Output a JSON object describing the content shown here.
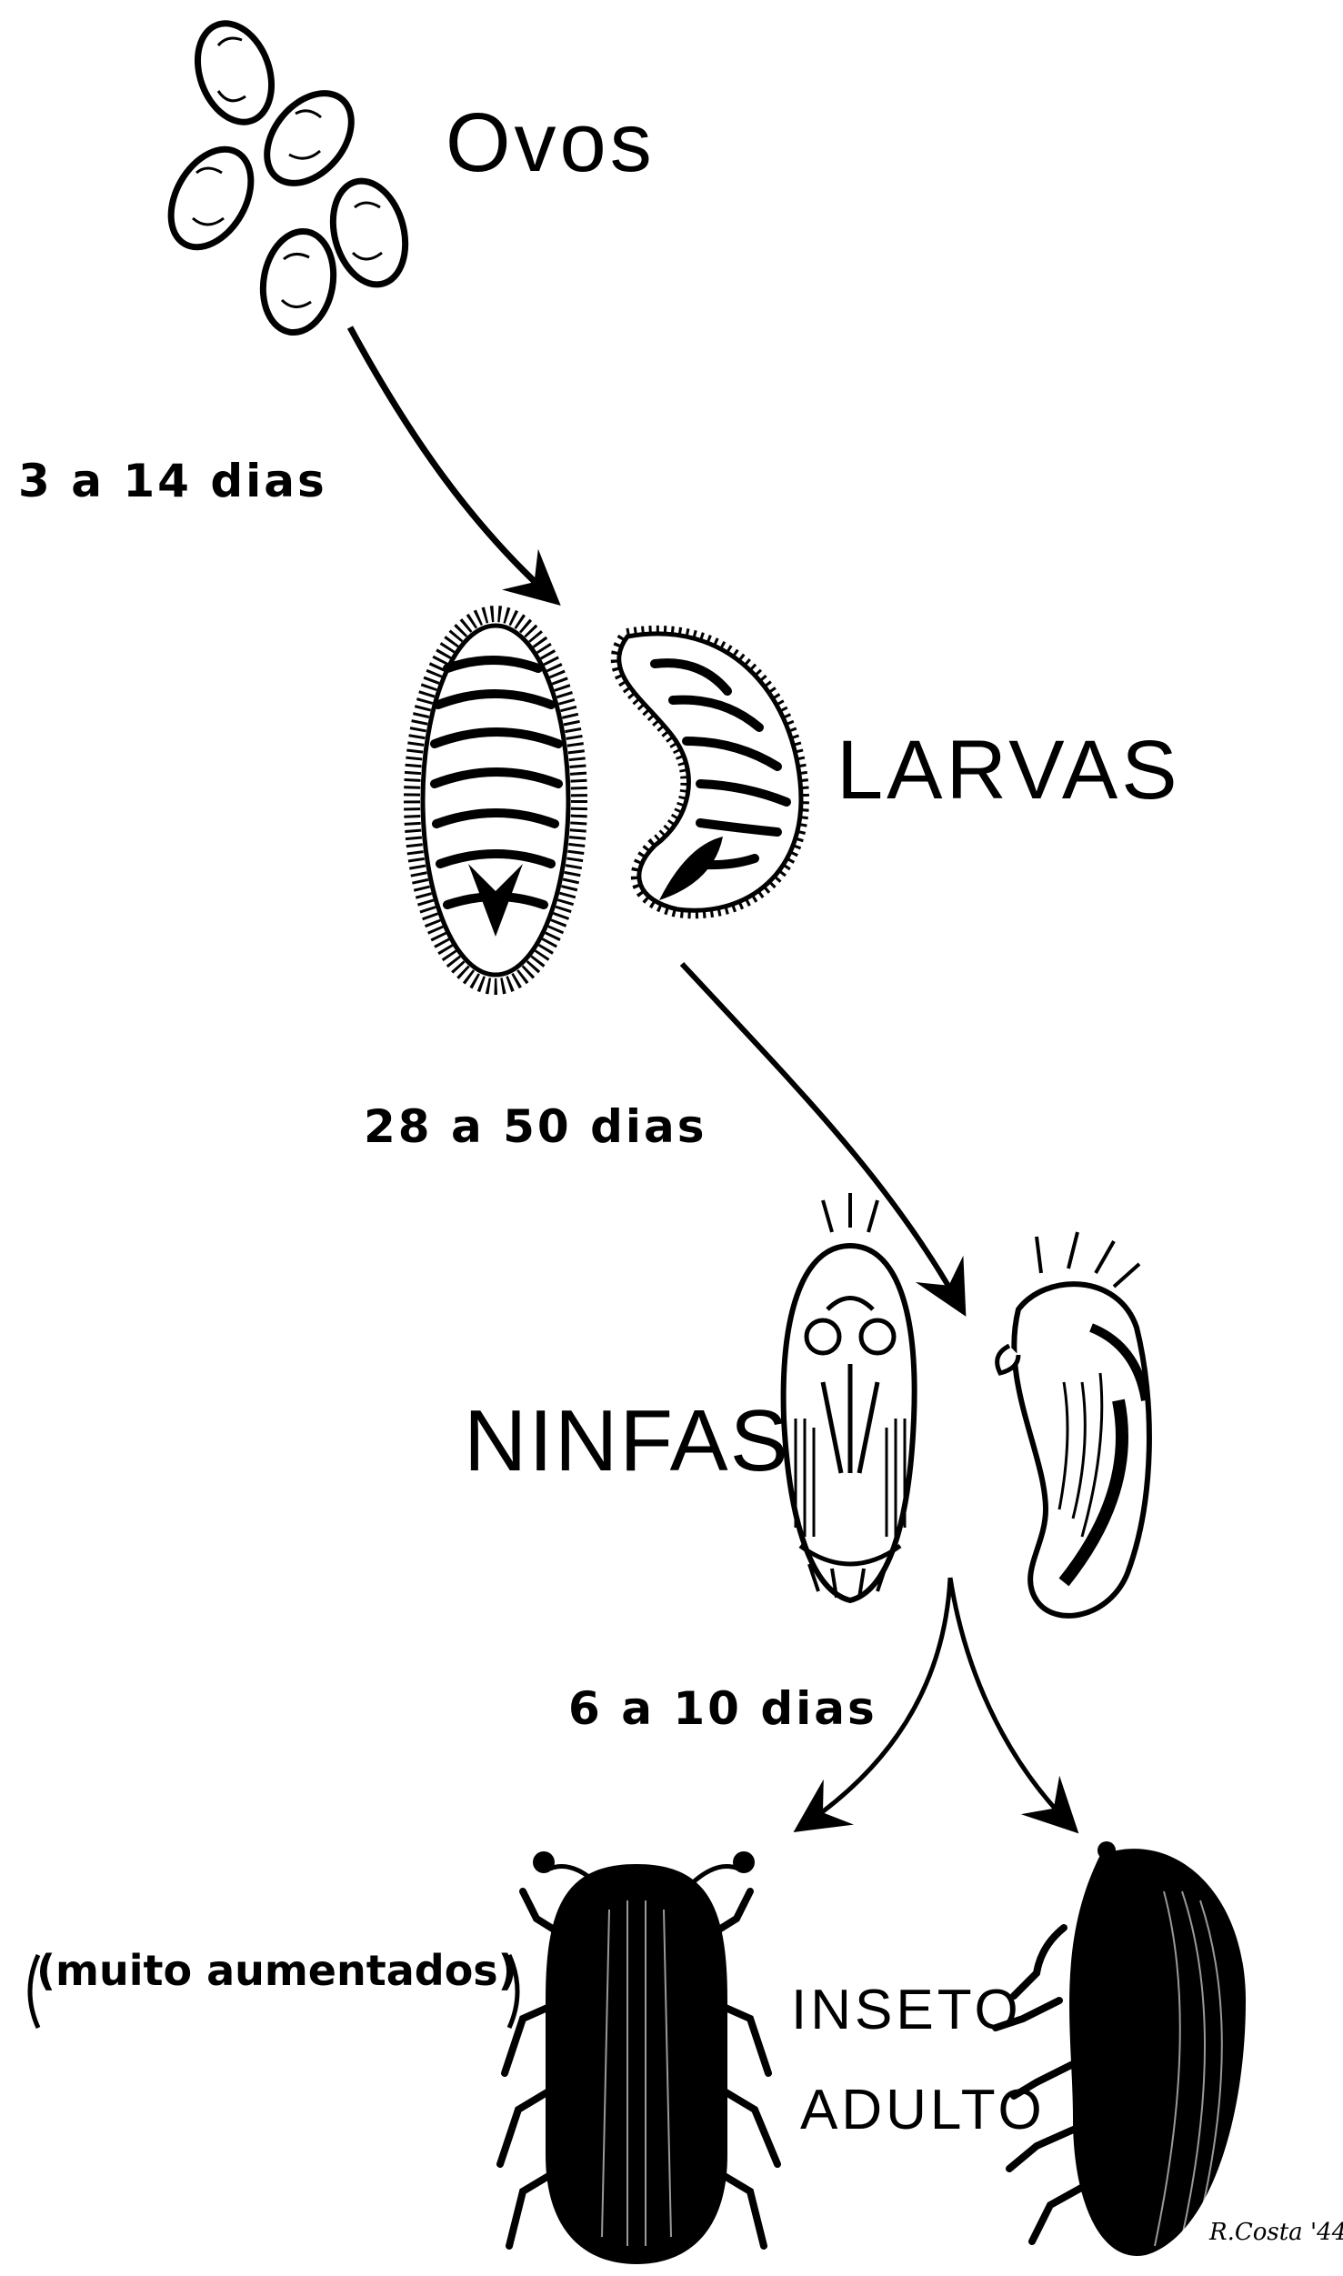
{
  "diagram": {
    "stages": {
      "eggs": "Ovos",
      "larvae": "Larvas",
      "pupae": "Ninfas",
      "adult_line1": "Inseto",
      "adult_line2": "Adulto"
    },
    "durations": {
      "egg_to_larva": "3 a 14 dias",
      "larva_to_pupa": "28 a 50 dias",
      "pupa_to_adult": "6 a 10 dias"
    },
    "note": "(muito aumentados)",
    "signature": "R.Costa '44"
  },
  "colors": {
    "ink": "#000000",
    "paper": "#ffffff"
  }
}
